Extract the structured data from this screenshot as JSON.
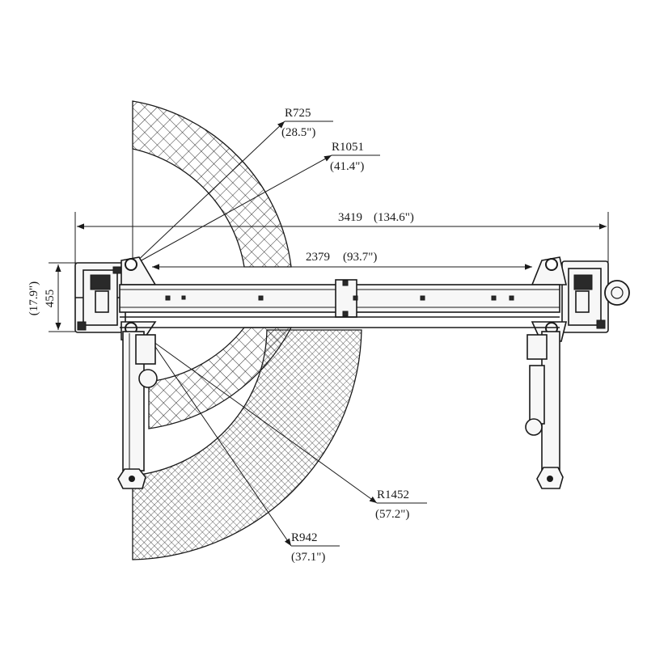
{
  "dimensions": {
    "r725": {
      "value": "R725",
      "inches": "(28.5\")"
    },
    "r1051": {
      "value": "R1051",
      "inches": "(41.4\")"
    },
    "overall_width": {
      "value": "3419",
      "inches": "(134.6\")"
    },
    "inner_width": {
      "value": "2379",
      "inches": "(93.7\")"
    },
    "depth": {
      "value": "455",
      "inches": "(17.9\")"
    },
    "r1452": {
      "value": "R1452",
      "inches": "(57.2\")"
    },
    "r942": {
      "value": "R942",
      "inches": "(37.1\")"
    }
  },
  "colors": {
    "line": "#1a1a1a",
    "background": "#ffffff"
  }
}
